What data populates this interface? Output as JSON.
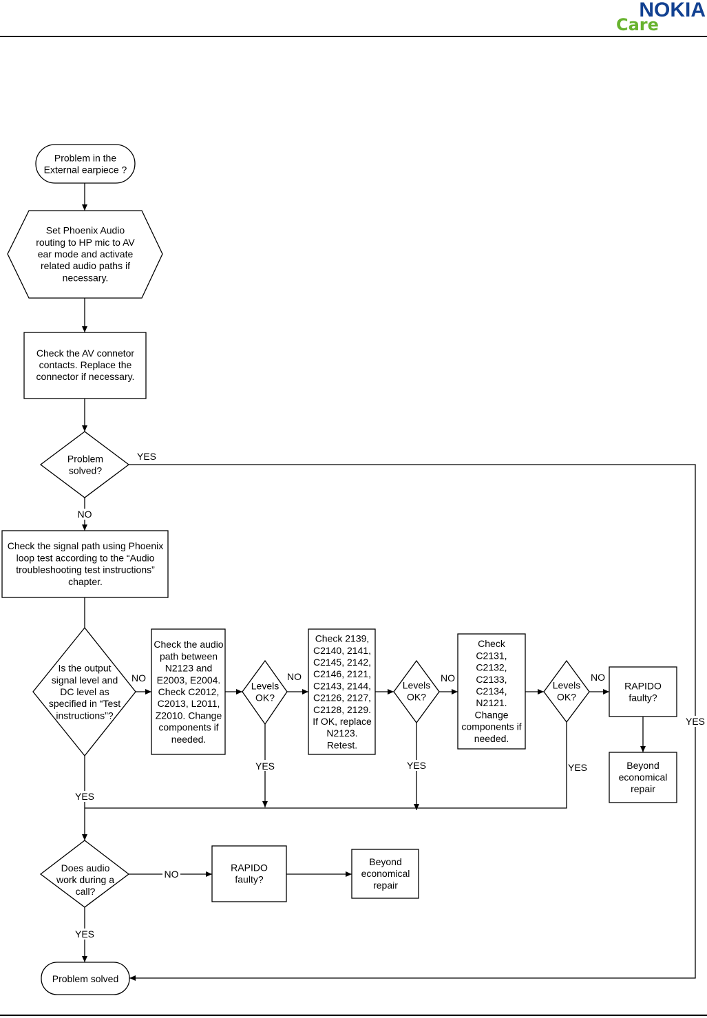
{
  "header": {
    "brand": "NOKIA",
    "sub_brand": "Care",
    "brand_color": "#124191",
    "sub_brand_color": "#67b32e"
  },
  "flowchart": {
    "start": [
      "Problem in the",
      "External earpiece ?"
    ],
    "set_routing": [
      "Set Phoenix Audio",
      "routing to HP mic to AV",
      "ear mode and activate",
      "related audio paths if",
      "necessary."
    ],
    "check_av": [
      "Check the AV connetor",
      "contacts. Replace the",
      "connector if necessary."
    ],
    "problem_solved_q": [
      "Problem",
      "solved?"
    ],
    "check_signal_path": [
      "Check the signal path using Phoenix",
      "loop test according to the “Audio",
      "troubleshooting test instructions”",
      "chapter."
    ],
    "output_level_q": [
      "Is the output",
      "signal level and",
      "DC level as",
      "specified in “Test",
      "instructions”?"
    ],
    "check_audio_path": [
      "Check the audio",
      "path between",
      "N2123 and",
      "E2003, E2004.",
      "Check C2012,",
      "C2013, L2011,",
      "Z2010. Change",
      "components if",
      "needed."
    ],
    "levels_ok_1": [
      "Levels",
      "OK?"
    ],
    "check_2139": [
      "Check 2139,",
      "C2140, 2141,",
      "C2145, 2142,",
      "C2146, 2121,",
      "C2143, 2144,",
      "C2126, 2127,",
      "C2128, 2129.",
      "If OK, replace",
      "N2123.",
      "Retest."
    ],
    "levels_ok_2": [
      "Levels",
      "OK?"
    ],
    "check_c2131": [
      "Check",
      "C2131,",
      "C2132,",
      "C2133,",
      "C2134,",
      "N2121.",
      "Change",
      "components if",
      "needed."
    ],
    "levels_ok_3": [
      "Levels",
      "OK?"
    ],
    "rapido_1": [
      "RAPIDO",
      "faulty?"
    ],
    "beyond_1": [
      "Beyond",
      "economical",
      "repair"
    ],
    "audio_call_q": [
      "Does audio",
      "work during a",
      "call?"
    ],
    "rapido_2": [
      "RAPIDO",
      "faulty?"
    ],
    "beyond_2": [
      "Beyond",
      "economical",
      "repair"
    ],
    "end": [
      "Problem solved"
    ],
    "labels": {
      "yes": "YES",
      "no": "NO"
    }
  }
}
